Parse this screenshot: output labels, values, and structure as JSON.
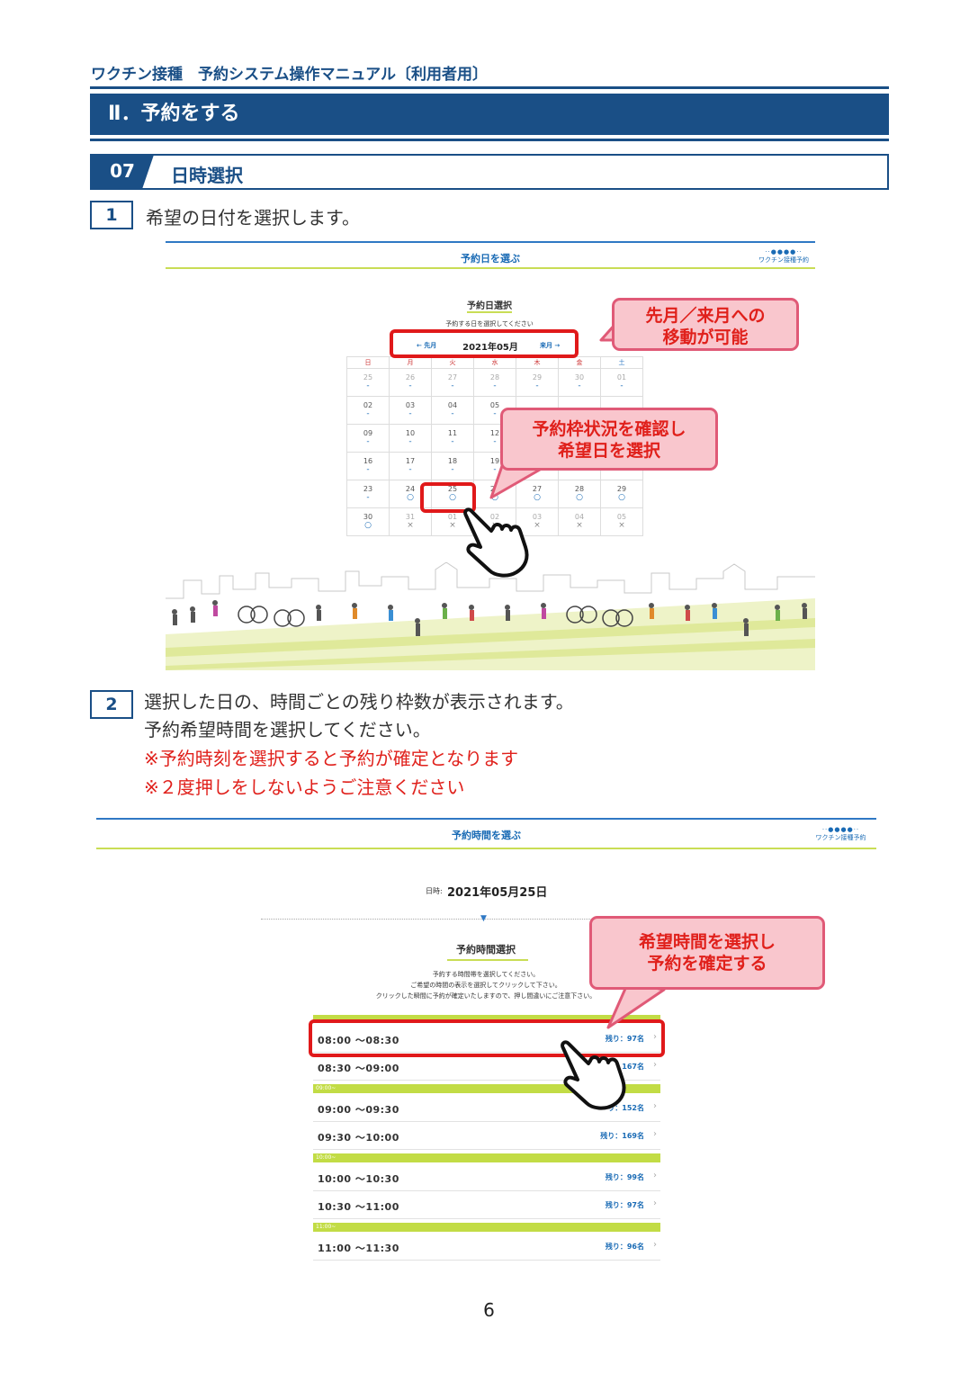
{
  "header": {
    "doc_title": "ワクチン接種　予約システム操作マニュアル〔利用者用〕",
    "section": "Ⅱ．予約をする",
    "sub_number": "07",
    "sub_title": "日時選択"
  },
  "step1": {
    "number": "1",
    "text": "希望の日付を選択します。"
  },
  "calendar_screen": {
    "title": "予約日を選ぶ",
    "logo_dots": "··●●●●··",
    "logo_text": "ワクチン接種予約",
    "heading": "予約日選択",
    "subtext": "予約する日を選択してください",
    "prev_label": "← 先月",
    "month_label": "2021年05月",
    "next_label": "来月 →",
    "weekdays": [
      "日",
      "月",
      "火",
      "水",
      "木",
      "金",
      "土"
    ],
    "weeks": [
      [
        {
          "d": "25",
          "s": "-"
        },
        {
          "d": "26",
          "s": "-"
        },
        {
          "d": "27",
          "s": "-"
        },
        {
          "d": "28",
          "s": "-"
        },
        {
          "d": "29",
          "s": "-"
        },
        {
          "d": "30",
          "s": "-"
        },
        {
          "d": "01",
          "s": "-"
        }
      ],
      [
        {
          "d": "02",
          "s": "-"
        },
        {
          "d": "03",
          "s": "-"
        },
        {
          "d": "04",
          "s": "-"
        },
        {
          "d": "05",
          "s": "-"
        },
        {
          "d": "",
          "s": ""
        },
        {
          "d": "",
          "s": ""
        },
        {
          "d": "",
          "s": ""
        }
      ],
      [
        {
          "d": "09",
          "s": "-"
        },
        {
          "d": "10",
          "s": "-"
        },
        {
          "d": "11",
          "s": "-"
        },
        {
          "d": "12",
          "s": "-"
        },
        {
          "d": "",
          "s": ""
        },
        {
          "d": "",
          "s": ""
        },
        {
          "d": "",
          "s": ""
        }
      ],
      [
        {
          "d": "16",
          "s": "-"
        },
        {
          "d": "17",
          "s": "-"
        },
        {
          "d": "18",
          "s": "-"
        },
        {
          "d": "19",
          "s": "-"
        },
        {
          "d": "",
          "s": ""
        },
        {
          "d": "",
          "s": ""
        },
        {
          "d": "",
          "s": ""
        }
      ],
      [
        {
          "d": "23",
          "s": "-"
        },
        {
          "d": "24",
          "s": "○"
        },
        {
          "d": "25",
          "s": "○"
        },
        {
          "d": "26",
          "s": "○"
        },
        {
          "d": "27",
          "s": "○"
        },
        {
          "d": "28",
          "s": "○"
        },
        {
          "d": "29",
          "s": "○"
        }
      ],
      [
        {
          "d": "30",
          "s": "○"
        },
        {
          "d": "31",
          "s": "×"
        },
        {
          "d": "01",
          "s": "×"
        },
        {
          "d": "02",
          "s": "×"
        },
        {
          "d": "03",
          "s": "×"
        },
        {
          "d": "04",
          "s": "×"
        },
        {
          "d": "05",
          "s": "×"
        }
      ]
    ],
    "callout_month_line1": "先月／来月への",
    "callout_month_line2": "移動が可能",
    "callout_day_line1": "予約枠状況を確認し",
    "callout_day_line2": "希望日を選択"
  },
  "step2": {
    "number": "2",
    "line1": "選択した日の、時間ごとの残り枠数が表示されます。",
    "line2": "予約希望時間を選択してください。",
    "warning1": "※予約時刻を選択すると予約が確定となります",
    "warning2": "※２度押しをしないようご注意ください"
  },
  "time_screen": {
    "title": "予約時間を選ぶ",
    "logo_dots": "··●●●●··",
    "logo_text": "ワクチン接種予約",
    "date_label": "日時:",
    "date_value": "2021年05月25日",
    "arrow": "▼",
    "heading": "予約時間選択",
    "note1": "予約する時間帯を選択してください。",
    "note2": "ご希望の時間の表示を選択してクリックして下さい。",
    "note3": "クリックした瞬間に予約が確定いたしますので、押し間違いにご注意下さい。",
    "groups": [
      "09:00~",
      "10:00~",
      "11:00~"
    ],
    "slots": [
      {
        "time": "08:00 〜08:30",
        "remain": "残り：97名"
      },
      {
        "time": "08:30 〜09:00",
        "remain": "167名"
      },
      {
        "time": "09:00 〜09:30",
        "remain": "り：152名"
      },
      {
        "time": "09:30 〜10:00",
        "remain": "残り：169名"
      },
      {
        "time": "10:00 〜10:30",
        "remain": "残り：99名"
      },
      {
        "time": "10:30 〜11:00",
        "remain": "残り：97名"
      },
      {
        "time": "11:00 〜11:30",
        "remain": "残り：96名"
      }
    ],
    "chevron": "›",
    "callout_line1": "希望時間を選択し",
    "callout_line2": "予約を確定する"
  },
  "footer": {
    "page_number": "6"
  },
  "colors": {
    "brand": "#1a4f86",
    "accent_red": "#e0191a",
    "callout_fill": "#f9c6cd",
    "green_bar": "#c2dc45"
  }
}
